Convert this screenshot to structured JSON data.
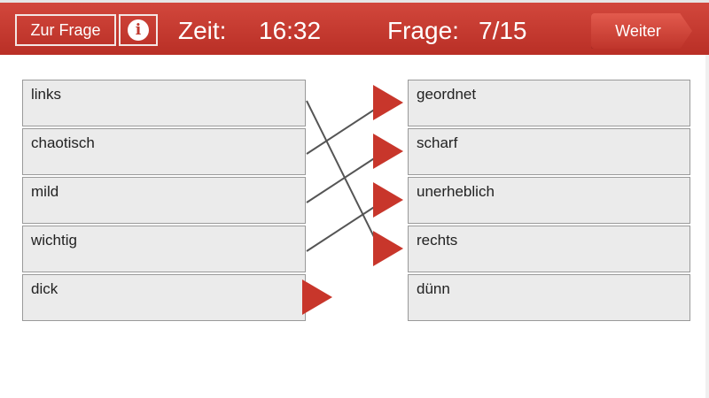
{
  "header": {
    "back_label": "Zur Frage",
    "info_label": "i",
    "time_label": "Zeit:",
    "time_value": "16:32",
    "question_label": "Frage:",
    "question_value": "7/15",
    "next_label": "Weiter"
  },
  "left_items": [
    {
      "label": "links"
    },
    {
      "label": "chaotisch"
    },
    {
      "label": "mild"
    },
    {
      "label": "wichtig"
    },
    {
      "label": "dick"
    }
  ],
  "right_items": [
    {
      "label": "geordnet"
    },
    {
      "label": "scharf"
    },
    {
      "label": "unerheblich"
    },
    {
      "label": "rechts"
    },
    {
      "label": "dünn"
    }
  ],
  "matches": [
    {
      "from": 0,
      "to": 3
    },
    {
      "from": 1,
      "to": 0
    },
    {
      "from": 2,
      "to": 1
    },
    {
      "from": 3,
      "to": 2
    }
  ],
  "unmatched_left": [
    4
  ],
  "colors": {
    "accent": "#c13a30",
    "arrow": "#c8362b",
    "line": "#555555",
    "item_bg": "#ebebeb"
  },
  "icons": {
    "info": "info-icon",
    "next": "arrow-right-icon",
    "connector": "triangle-arrow-icon"
  }
}
